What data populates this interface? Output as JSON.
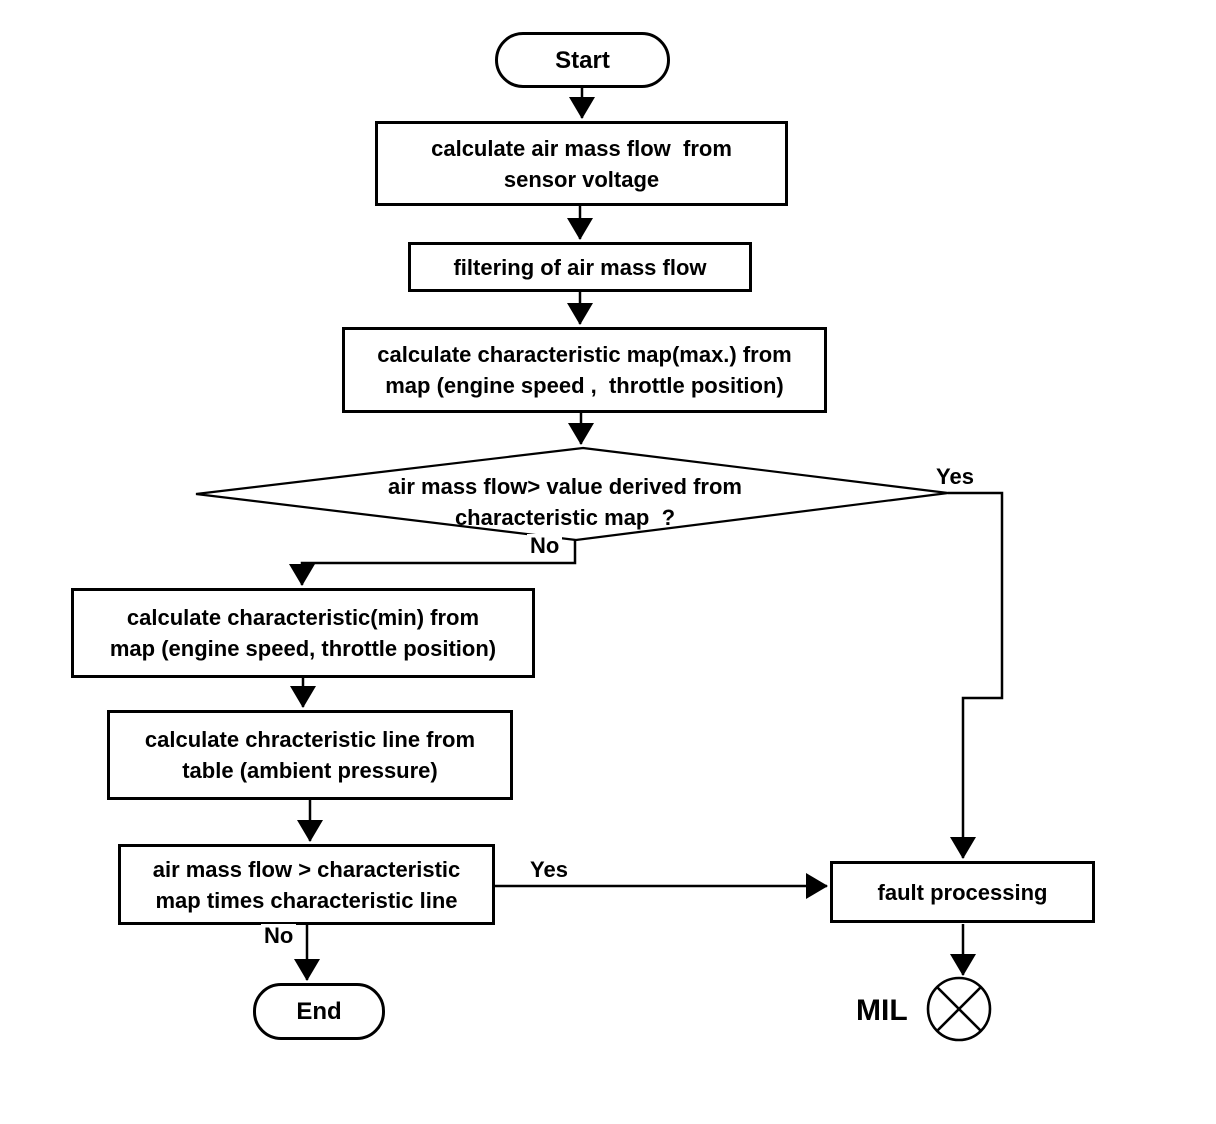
{
  "colors": {
    "background": "#ffffff",
    "line": "#000000",
    "text": "#000000"
  },
  "nodes": {
    "start": {
      "type": "terminator",
      "label": "Start"
    },
    "calc_air_mass_flow": {
      "type": "process",
      "label": "calculate air mass flow  from\nsensor voltage"
    },
    "filtering": {
      "type": "process",
      "label": "filtering of air mass flow"
    },
    "calc_char_map_max": {
      "type": "process",
      "label": "calculate characteristic map(max.) from\nmap (engine speed ,  throttle position)"
    },
    "decision_map": {
      "type": "decision",
      "label": "air mass flow> value derived from\ncharacteristic map  ?"
    },
    "calc_char_min": {
      "type": "process",
      "label": "calculate characteristic(min) from\nmap (engine speed, throttle position)"
    },
    "calc_char_line": {
      "type": "process",
      "label": "calculate chracteristic line from\ntable (ambient pressure)"
    },
    "compare_line": {
      "type": "process",
      "label": "air mass flow > characteristic\nmap times characteristic line"
    },
    "fault_processing": {
      "type": "process",
      "label": "fault processing"
    },
    "end": {
      "type": "terminator",
      "label": "End"
    },
    "mil": {
      "type": "indicator",
      "label": "MIL"
    }
  },
  "edge_labels": {
    "decision_map_yes": "Yes",
    "decision_map_no": "No",
    "compare_line_yes": "Yes",
    "compare_line_no": "No"
  }
}
